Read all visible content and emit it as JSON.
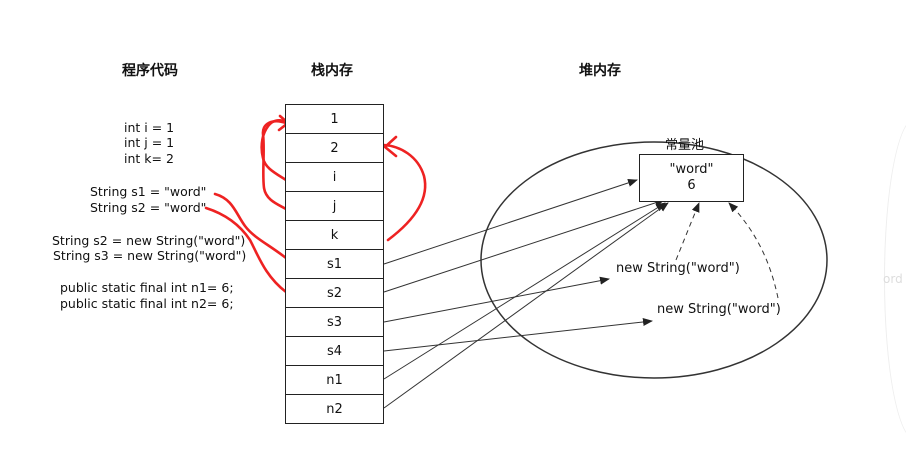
{
  "headers": {
    "code": "程序代码",
    "stack": "栈内存",
    "heap": "堆内存"
  },
  "code_lines": {
    "l1": "int i = 1",
    "l2": "int j = 1",
    "l3": "int k= 2",
    "l4": "String s1 = \"word\"",
    "l5": "String s2 = \"word\"",
    "l6": "String s2 = new String(\"word\")",
    "l7": "String s3 = new String(\"word\")",
    "l8": "public static final int n1= 6;",
    "l9": "public static final int n2= 6;"
  },
  "stack_cells": [
    "1",
    "2",
    "i",
    "j",
    "k",
    "s1",
    "s2",
    "s3",
    "s4",
    "n1",
    "n2"
  ],
  "heap": {
    "pool_label": "常量池",
    "pool_line1": "\"word\"",
    "pool_line2": "6",
    "obj1": "new String(\"word\")",
    "obj2": "new String(\"word\")"
  },
  "faint_edge_text": "ord",
  "colors": {
    "annotation": "#ee2222",
    "line": "#333333"
  }
}
